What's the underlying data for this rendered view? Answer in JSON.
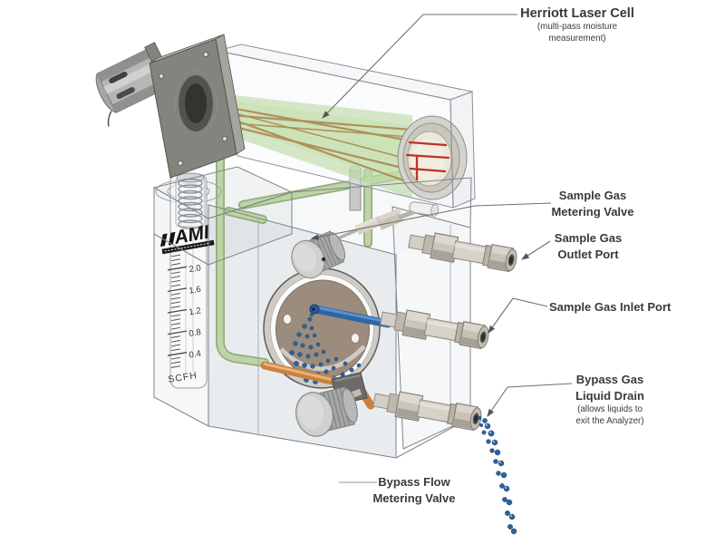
{
  "labels": {
    "laser_cell": {
      "title": "Herriott Laser Cell",
      "sub1": "(multi-pass moisture",
      "sub2": "measurement)"
    },
    "sample_metering_valve": {
      "line1": "Sample Gas",
      "line2": "Metering Valve"
    },
    "sample_outlet": {
      "line1": "Sample Gas",
      "line2": "Outlet Port"
    },
    "sample_inlet": {
      "line1": "Sample Gas Inlet Port"
    },
    "bypass_drain": {
      "line1": "Bypass Gas",
      "line2": "Liquid Drain",
      "sub1": "(allows liquids to",
      "sub2": "exit the Analyzer)"
    },
    "bypass_metering_valve": {
      "line1": "Bypass Flow",
      "line2": "Metering Valve"
    }
  },
  "flowmeter": {
    "brand": "AMI",
    "unit": "SCFH",
    "scale_values": [
      "2.0",
      "1.6",
      "1.2",
      "0.8",
      "0.4"
    ]
  },
  "colors": {
    "beam_green": "#aed28e",
    "laser_tan": "#a9824c",
    "laser_red": "#c03028",
    "tube_green": "#bdd4a6",
    "tube_blue": "#2d66a6",
    "tube_copper": "#c8813e",
    "droplet_blue": "#2e6398",
    "disk_face": "#9c8c7d",
    "label_text": "#3a3a3a",
    "leader_line": "#6f6f6f"
  }
}
